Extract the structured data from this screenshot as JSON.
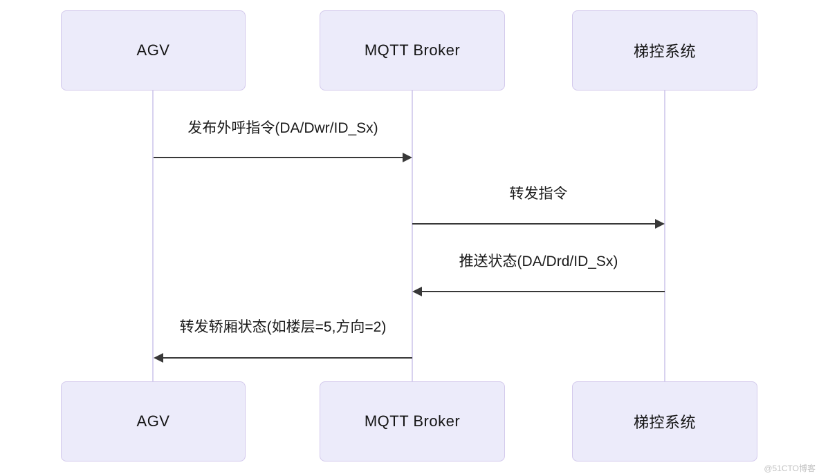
{
  "diagram": {
    "type": "sequence-diagram",
    "actors": [
      {
        "id": "agv",
        "label": "AGV"
      },
      {
        "id": "mqtt-broker",
        "label": "MQTT Broker"
      },
      {
        "id": "elevator-control-system",
        "label": "梯控系统"
      }
    ],
    "messages": [
      {
        "from": "AGV",
        "to": "MQTT Broker",
        "direction": "right",
        "label": "发布外呼指令(DA/Dwr/ID_Sx)"
      },
      {
        "from": "MQTT Broker",
        "to": "梯控系统",
        "direction": "right",
        "label": "转发指令"
      },
      {
        "from": "梯控系统",
        "to": "MQTT Broker",
        "direction": "left",
        "label": "推送状态(DA/Drd/ID_Sx)"
      },
      {
        "from": "MQTT Broker",
        "to": "AGV",
        "direction": "left",
        "label": "转发轿厢状态(如楼层=5,方向=2)"
      }
    ],
    "colors": {
      "actor_fill": "#ecebfa",
      "actor_border": "#d3c9ec",
      "lifeline": "#d8d2ef",
      "arrow": "#383838",
      "text": "#1a1a1a",
      "watermark": "#c3c3c3",
      "background": "#ffffff"
    },
    "watermark": "@51CTO博客"
  }
}
